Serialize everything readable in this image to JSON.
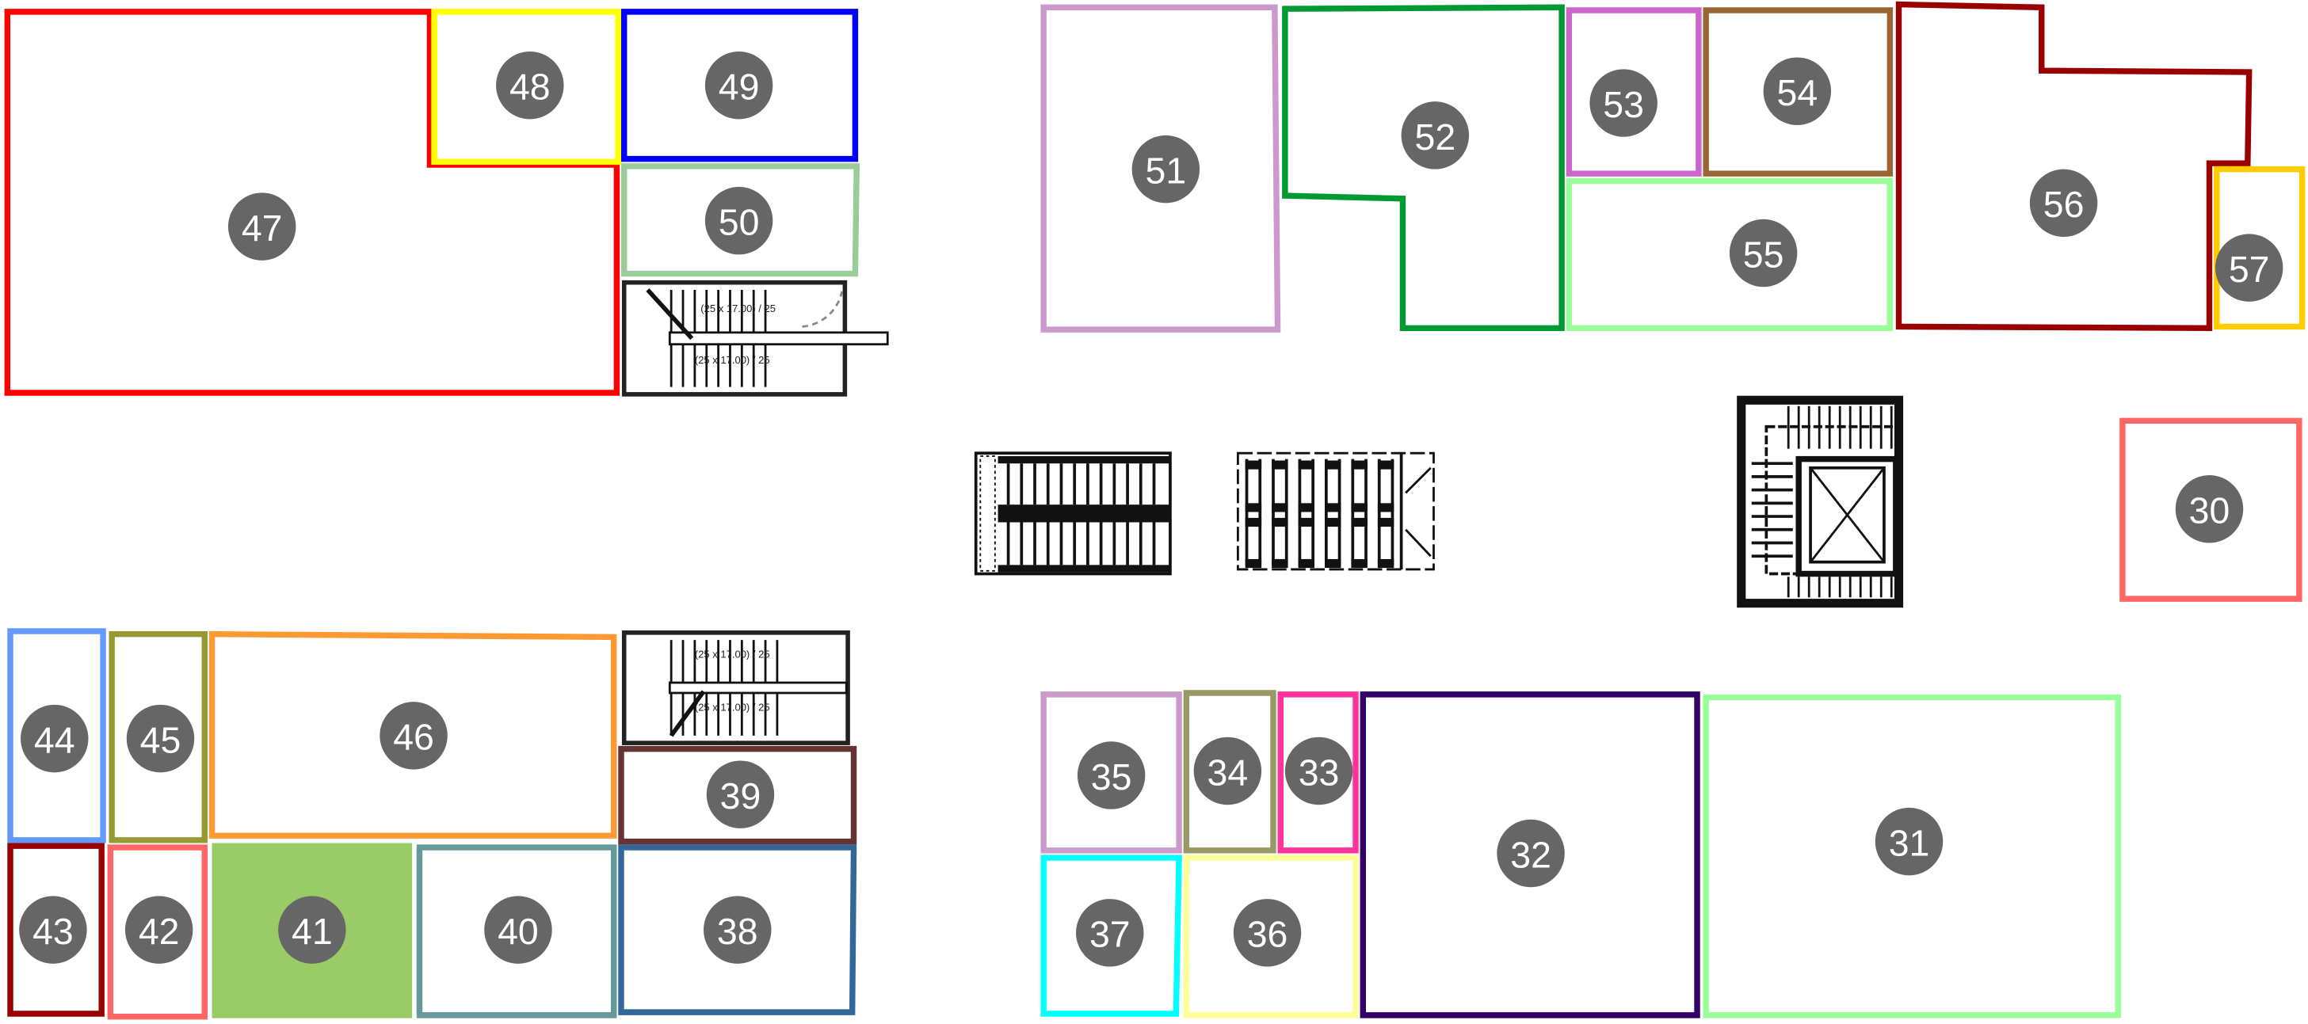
{
  "rooms": [
    {
      "id": "47",
      "color": "#ff0000",
      "filled": false
    },
    {
      "id": "48",
      "color": "#ffff00",
      "filled": false
    },
    {
      "id": "49",
      "color": "#0000ff",
      "filled": false
    },
    {
      "id": "50",
      "color": "#99cc99",
      "filled": false
    },
    {
      "id": "51",
      "color": "#cc99cc",
      "filled": false
    },
    {
      "id": "52",
      "color": "#009933",
      "filled": false
    },
    {
      "id": "53",
      "color": "#cc66cc",
      "filled": false
    },
    {
      "id": "54",
      "color": "#996633",
      "filled": false
    },
    {
      "id": "55",
      "color": "#99ff99",
      "filled": false
    },
    {
      "id": "56",
      "color": "#990000",
      "filled": false
    },
    {
      "id": "57",
      "color": "#ffcc00",
      "filled": false
    },
    {
      "id": "30",
      "color": "#ff6666",
      "filled": false
    },
    {
      "id": "44",
      "color": "#6699ff",
      "filled": false
    },
    {
      "id": "45",
      "color": "#999933",
      "filled": false
    },
    {
      "id": "46",
      "color": "#ff9933",
      "filled": false
    },
    {
      "id": "39",
      "color": "#663333",
      "filled": false
    },
    {
      "id": "43",
      "color": "#990000",
      "filled": false
    },
    {
      "id": "42",
      "color": "#ff6666",
      "filled": false
    },
    {
      "id": "41",
      "color": "#99cc66",
      "filled": true
    },
    {
      "id": "40",
      "color": "#669999",
      "filled": false
    },
    {
      "id": "38",
      "color": "#336699",
      "filled": false
    },
    {
      "id": "35",
      "color": "#cc99cc",
      "filled": false
    },
    {
      "id": "34",
      "color": "#999966",
      "filled": false
    },
    {
      "id": "33",
      "color": "#ff3399",
      "filled": false
    },
    {
      "id": "32",
      "color": "#330066",
      "filled": false
    },
    {
      "id": "31",
      "color": "#99ff99",
      "filled": false
    },
    {
      "id": "37",
      "color": "#00ffff",
      "filled": false
    },
    {
      "id": "36",
      "color": "#ffff99",
      "filled": false
    }
  ],
  "stairs": {
    "upper_flight_label": "(25 x 17.00) / 25",
    "lower_flight_label": "(25 x 17.00) / 25"
  },
  "marker_color": "#666666"
}
